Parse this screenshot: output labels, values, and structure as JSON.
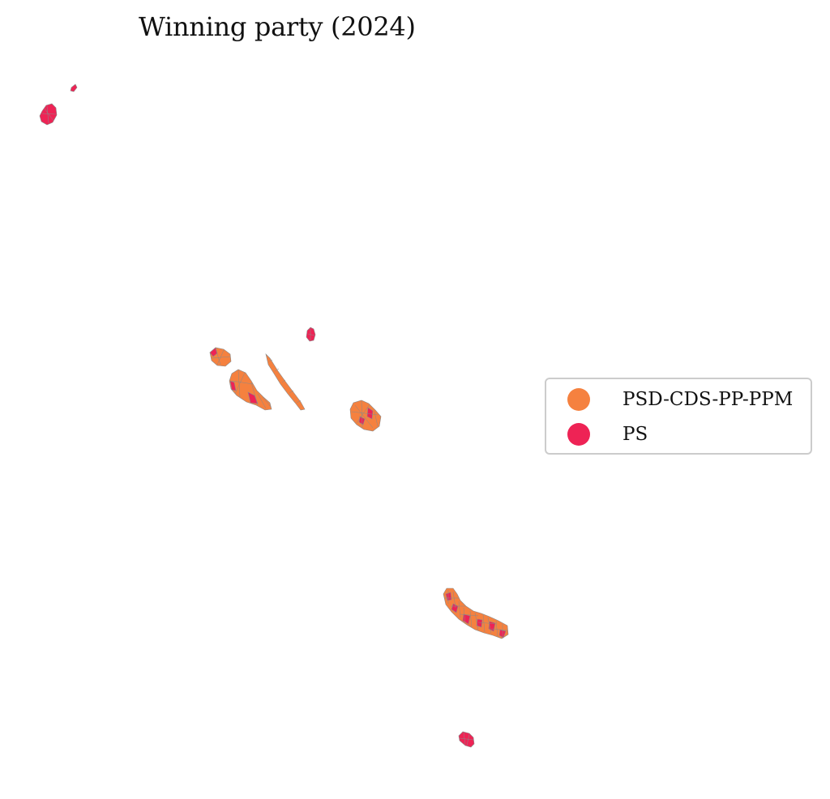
{
  "title": "Winning party (2024)",
  "legend": {
    "items": [
      {
        "label": "PSD-CDS-PP-PPM",
        "color": "#f5813f"
      },
      {
        "label": "PS",
        "color": "#ee2355"
      }
    ]
  },
  "map": {
    "region": "Azores",
    "islands": [
      {
        "name": "Corvo",
        "winner": "PS"
      },
      {
        "name": "Flores",
        "winner": "PS"
      },
      {
        "name": "Graciosa",
        "winner": "PS"
      },
      {
        "name": "Faial",
        "winner": "PSD-CDS-PP-PPM"
      },
      {
        "name": "Pico",
        "winner": "PSD-CDS-PP-PPM"
      },
      {
        "name": "São Jorge",
        "winner": "PSD-CDS-PP-PPM"
      },
      {
        "name": "Terceira",
        "winner": "PSD-CDS-PP-PPM"
      },
      {
        "name": "São Miguel",
        "winner": "PSD-CDS-PP-PPM"
      },
      {
        "name": "Santa Maria",
        "winner": "PS"
      }
    ]
  }
}
